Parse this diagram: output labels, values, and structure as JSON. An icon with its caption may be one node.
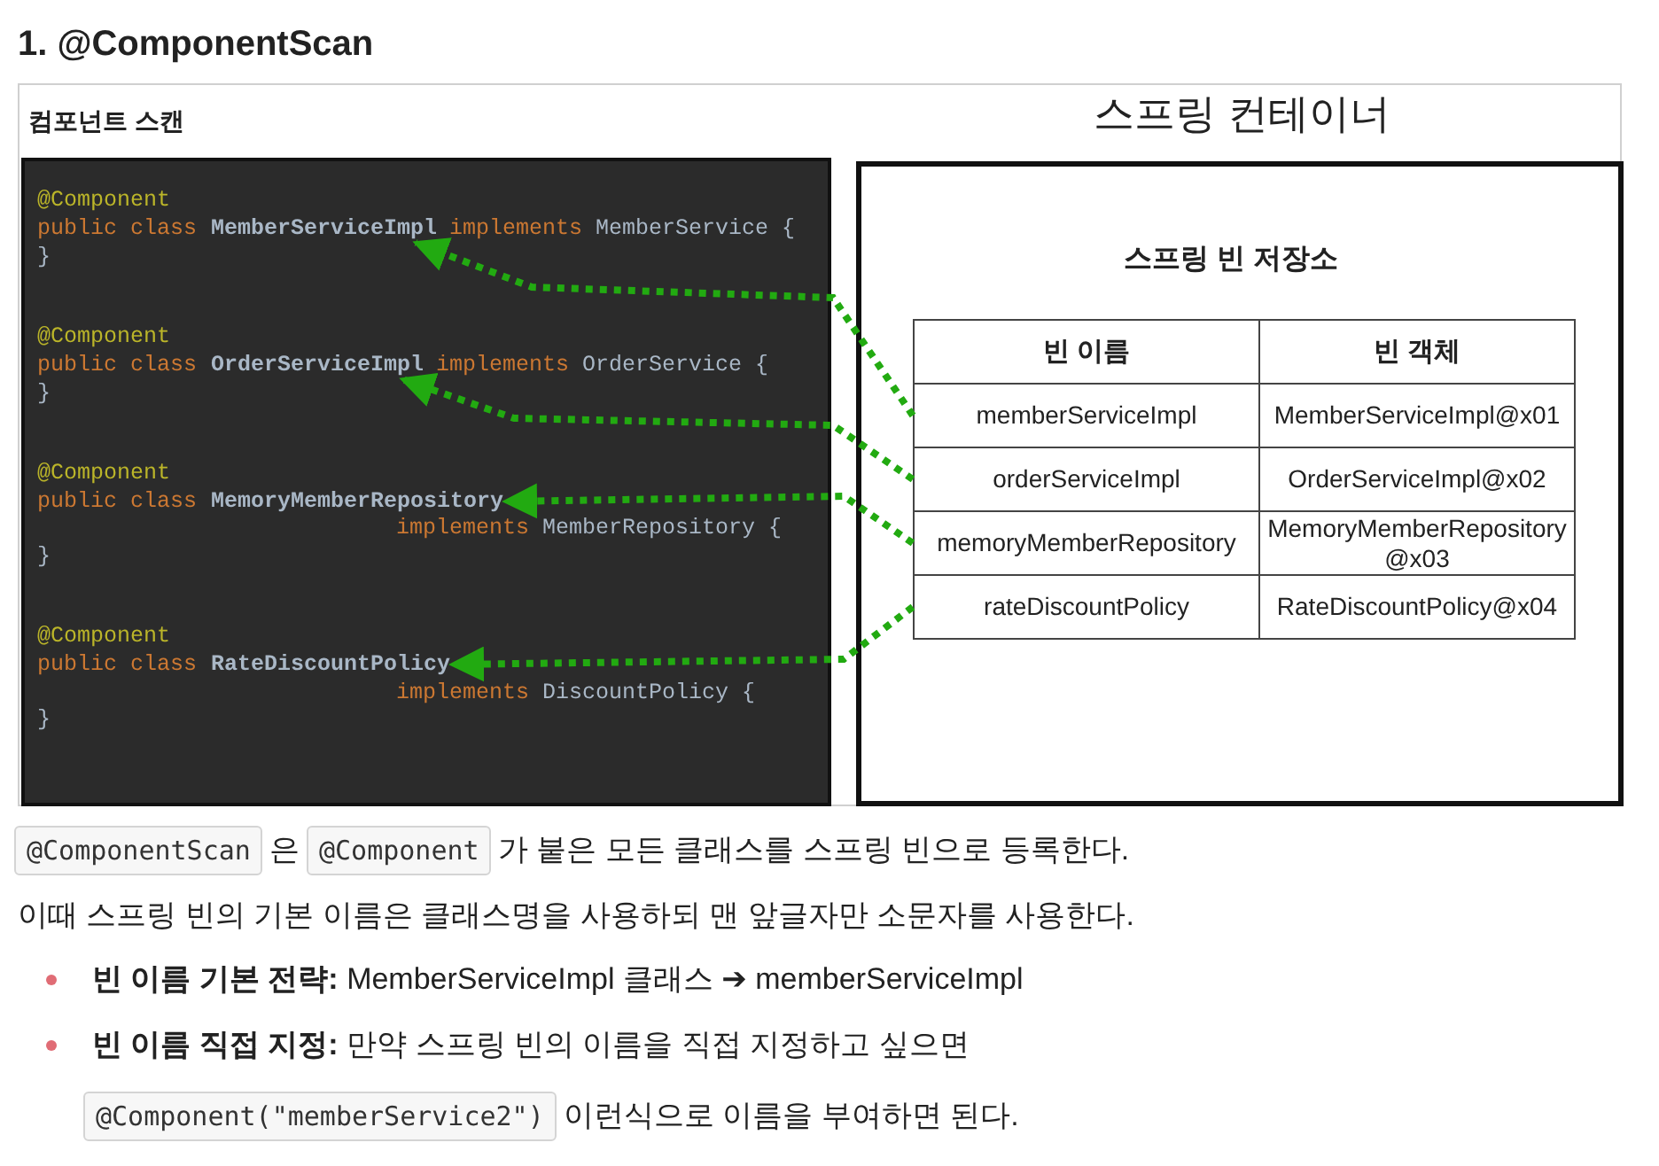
{
  "diagram": {
    "title": "1. @ComponentScan",
    "nodes": [
      {
        "text": [
          "컴포넌트 스캔",
          "스프링 컨테이너"
        ]
      },
      {
        "text": [],
        "shape": "box",
        "in": 0
      },
      {
        "text": [
          "스프링 빈 저장소"
        ],
        "in": 0
      },
      {
        "text": [
          "MemberServiceImpl"
        ],
        "in": 1
      },
      {
        "text": [
          "OrderServiceImpl"
        ],
        "in": 1
      },
      {
        "text": [
          "MemoryMemberRepository"
        ],
        "in": 1
      },
      {
        "text": [
          "RateDiscountPolicy"
        ],
        "in": 1
      },
      {
        "text": [
          "빈 이름"
        ],
        "in": 2
      },
      {
        "text": [
          "빈 객체"
        ],
        "in": 2
      },
      {
        "text": [
          "memberServiceImpl"
        ],
        "in": 2
      },
      {
        "text": [
          "MemberServiceImpl@x01"
        ],
        "in": 2
      },
      {
        "text": [
          "orderServiceImpl"
        ],
        "in": 2
      },
      {
        "text": [
          "OrderServiceImpl@x02"
        ],
        "in": 2
      },
      {
        "text": [
          "memoryMemberRepository"
        ],
        "in": 2
      },
      {
        "text": [
          "MemoryMemberRepository @x03"
        ],
        "in": 2
      },
      {
        "text": [
          "rateDiscountPolicy"
        ],
        "in": 2
      },
      {
        "text": [
          "RateDiscountPolicy@x04"
        ],
        "in": 2
      }
    ],
    "edges": [
      {
        "from": 9,
        "to": 3,
        "arrow": "to",
        "style": "dashed",
        "color": "#22aa11"
      },
      {
        "from": 11,
        "to": 4,
        "arrow": "to",
        "style": "dashed",
        "color": "#22aa11"
      },
      {
        "from": 13,
        "to": 5,
        "arrow": "to",
        "style": "dashed",
        "color": "#22aa11"
      },
      {
        "from": 15,
        "to": 6,
        "arrow": "to",
        "style": "dashed",
        "color": "#22aa11"
      }
    ],
    "labels": [
      "@Component",
      "public class",
      "implements MemberService {",
      "}",
      "@Component",
      "public class",
      "implements OrderService {",
      "}",
      "@Component",
      "public class",
      "implements MemberRepository {",
      "}",
      "@Component",
      "public class",
      "implements DiscountPolicy {",
      "}",
      "@ComponentScan",
      "은",
      "@Component",
      "가 붙은 모든 클래스를 스프링 빈으로 등록한다.",
      "이때 스프링 빈의 기본 이름은 클래스명을 사용하되 맨 앞글자만 소문자를 사용한다.",
      "**빈 이름 기본 전략:** MemberServiceImpl 클래스 ➔ memberServiceImpl",
      "**빈 이름 직접 지정:** 만약 스프링 빈의 이름을 직접 지정하고 싶으면",
      "@Component(\"memberService2\")",
      "이런식으로 이름을 부여하면 된다."
    ]
  }
}
